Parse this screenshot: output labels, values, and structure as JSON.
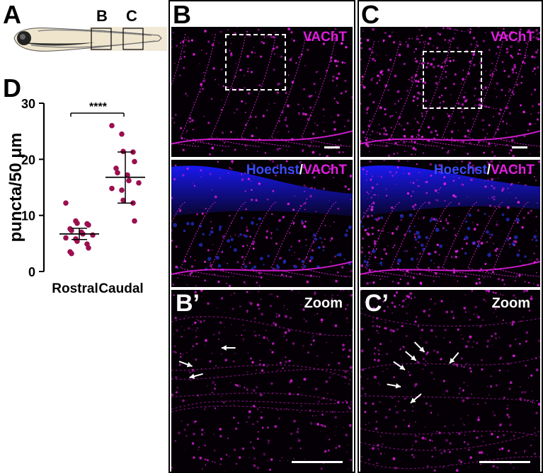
{
  "labels": {
    "A": "A",
    "B": "B",
    "C": "C",
    "D": "D",
    "B_prime": "B’",
    "C_prime": "C’"
  },
  "fish_boxes": {
    "B": "B",
    "C": "C"
  },
  "panel_text": {
    "vacht": "VAChT",
    "hoechst": "Hoechst",
    "slash": "/",
    "zoom": "Zoom"
  },
  "colors": {
    "magenta": "#e01ee0",
    "blue": "#3a4cff",
    "dot": "#9b0f4f"
  },
  "chart_data": {
    "type": "scatter",
    "title": "",
    "xlabel": "",
    "ylabel": "puncta/50 μm",
    "ylim": [
      0,
      30
    ],
    "yticks": [
      0,
      10,
      20,
      30
    ],
    "categories": [
      "Rostral",
      "Caudal"
    ],
    "significance": "****",
    "series": [
      {
        "category": "Rostral",
        "mean": 6.7,
        "sd_low": 5.7,
        "sd_high": 7.7,
        "values": [
          12.2,
          9.0,
          8.6,
          8.5,
          8.3,
          7.6,
          7.3,
          7.0,
          6.7,
          6.5,
          6.0,
          5.8,
          5.4,
          4.9,
          4.2,
          3.5,
          3.2
        ]
      },
      {
        "category": "Caudal",
        "mean": 16.8,
        "sd_low": 12.2,
        "sd_high": 21.3,
        "values": [
          26.0,
          24.5,
          21.4,
          21.3,
          19.6,
          18.4,
          17.6,
          17.2,
          16.2,
          15.8,
          14.8,
          14.5,
          12.7,
          12.2,
          9.0
        ]
      }
    ]
  }
}
